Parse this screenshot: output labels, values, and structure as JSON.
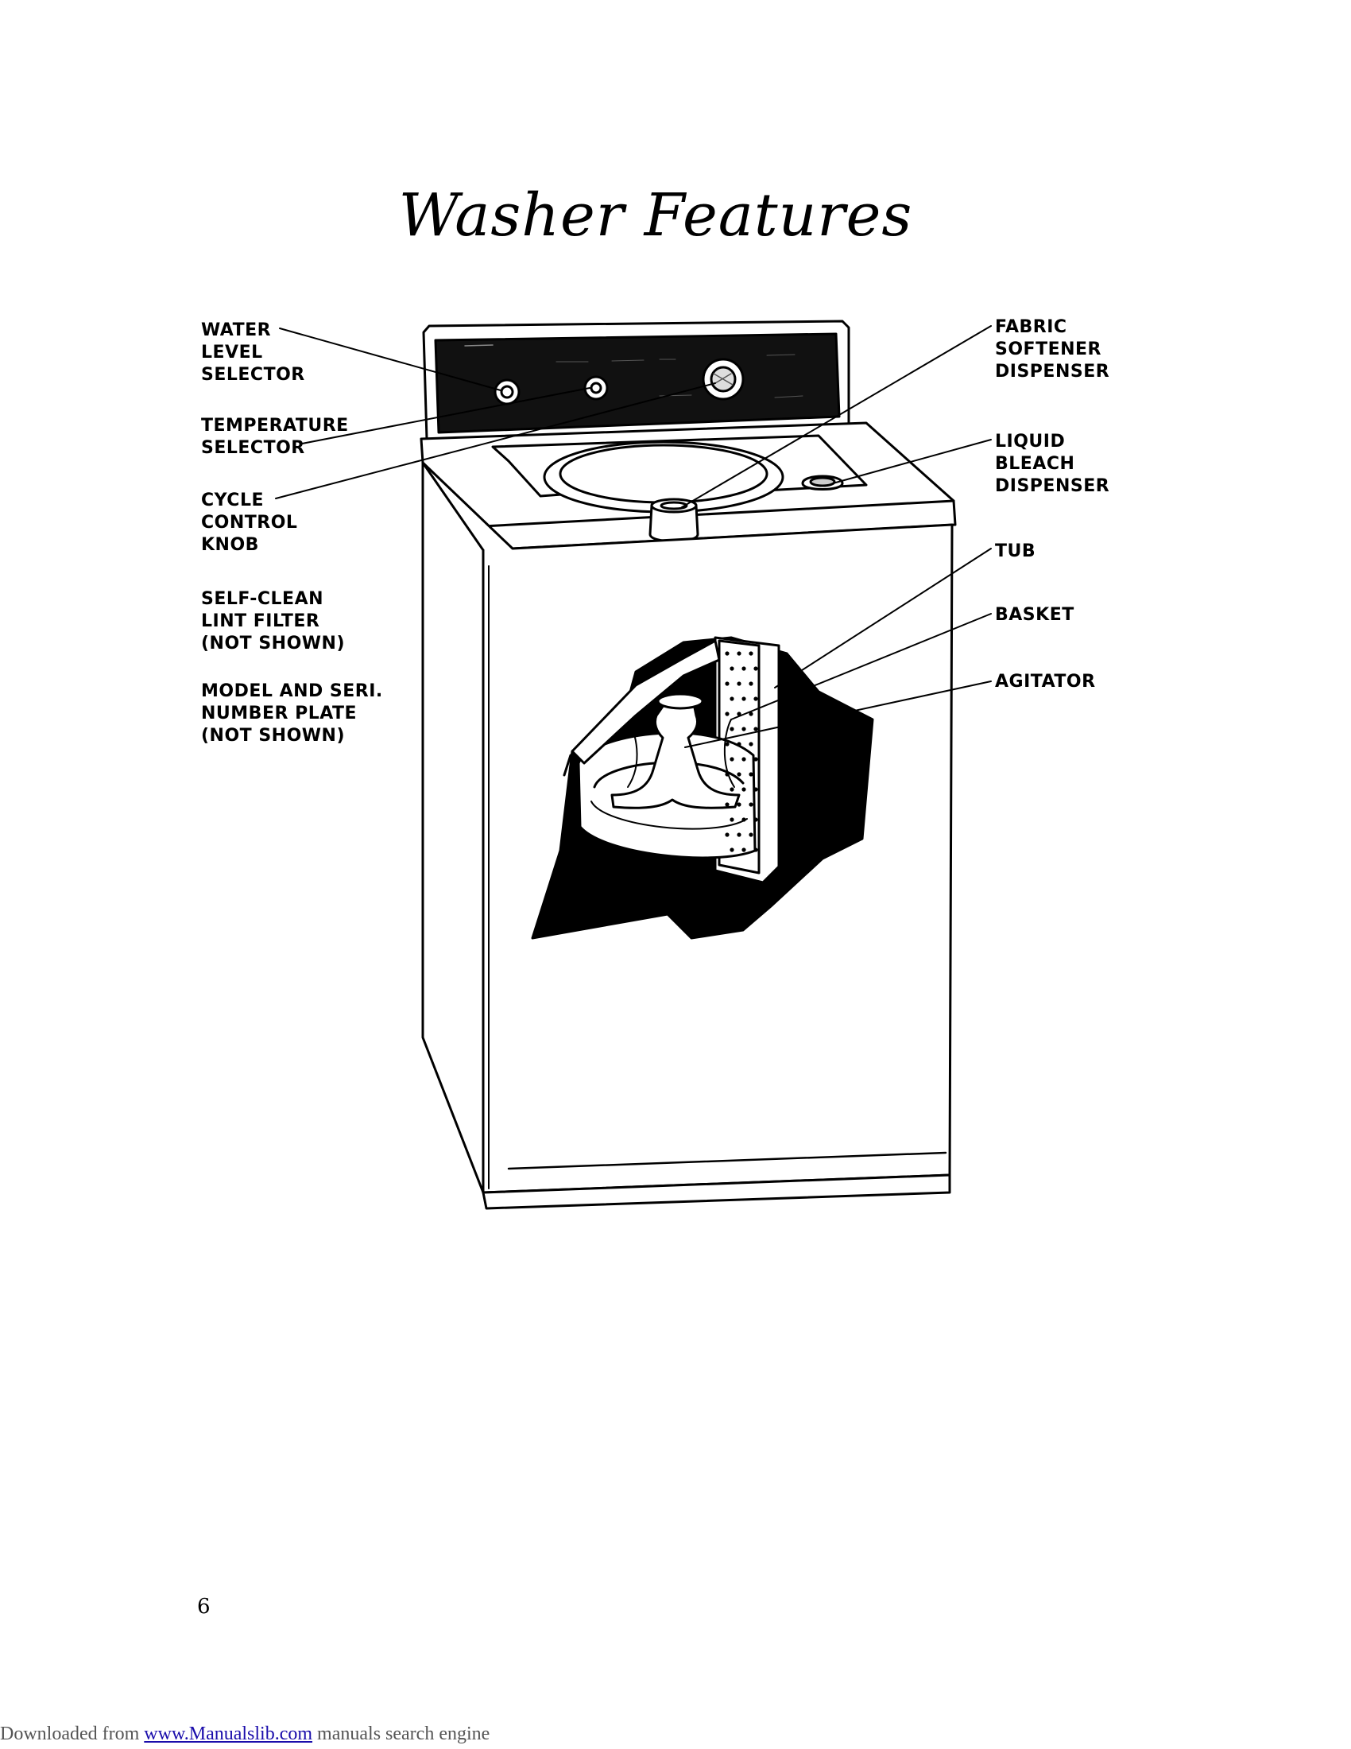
{
  "title": "Washer Features",
  "labels_left": {
    "water_level": [
      "WATER",
      "LEVEL",
      "SELECTOR"
    ],
    "temperature": [
      "TEMPERATURE",
      "SELECTOR"
    ],
    "cycle": [
      "CYCLE",
      "CONTROL",
      "KNOB"
    ],
    "lint": [
      "SELF-CLEAN",
      "LINT FILTER",
      "(NOT SHOWN)"
    ],
    "model": [
      "MODEL AND SERI.",
      "NUMBER PLATE",
      "(NOT SHOWN)"
    ]
  },
  "labels_right": {
    "fabric": [
      "FABRIC",
      "SOFTENER",
      "DISPENSER"
    ],
    "bleach": [
      "LIQUID",
      "BLEACH",
      "DISPENSER"
    ],
    "tub": [
      "TUB"
    ],
    "basket": [
      "BASKET"
    ],
    "agitator": [
      "AGITATOR"
    ]
  },
  "page_number": "6",
  "footer": {
    "prefix": "Downloaded from ",
    "link": "www.Manualslib.com",
    "suffix": " manuals search engine"
  }
}
